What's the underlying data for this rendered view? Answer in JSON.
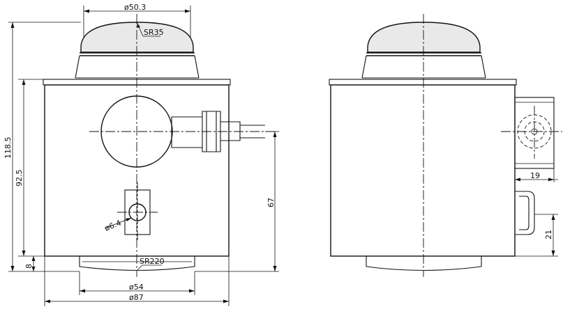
{
  "dimensions": {
    "dome_diameter": "ø50.3",
    "dome_radius": "SR35",
    "total_height": "118.5",
    "body_height": "92.5",
    "base_height": "8",
    "cable_height": "67",
    "hole_diameter": "ø6.4",
    "base_radius": "SR220",
    "base_diameter": "ø54",
    "body_diameter": "ø87",
    "connector_width": "19",
    "bracket_height": "21"
  }
}
